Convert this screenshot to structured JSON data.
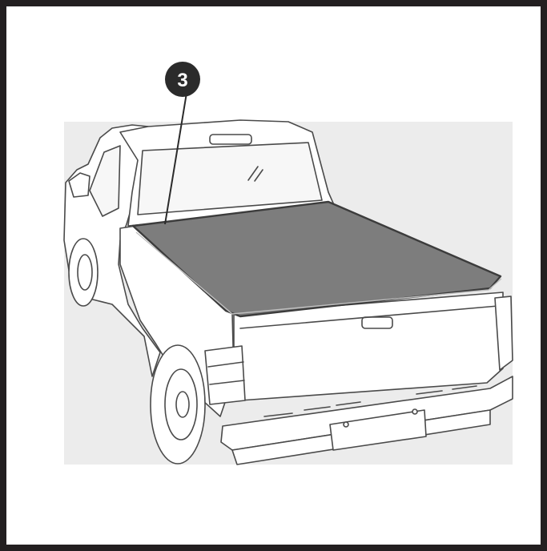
{
  "figure": {
    "callouts": [
      {
        "number": "3",
        "target": "tonneau-cover"
      }
    ],
    "colors": {
      "frame": "#231f20",
      "outline": "#4a4a4a",
      "cover_fill": "#7d7d7d",
      "cover_edge": "#3c3c3c",
      "background_panel": "#ececec",
      "callout_badge": "#2b2b2b"
    },
    "subject_icon": "pickup-truck-with-tonneau-cover"
  }
}
